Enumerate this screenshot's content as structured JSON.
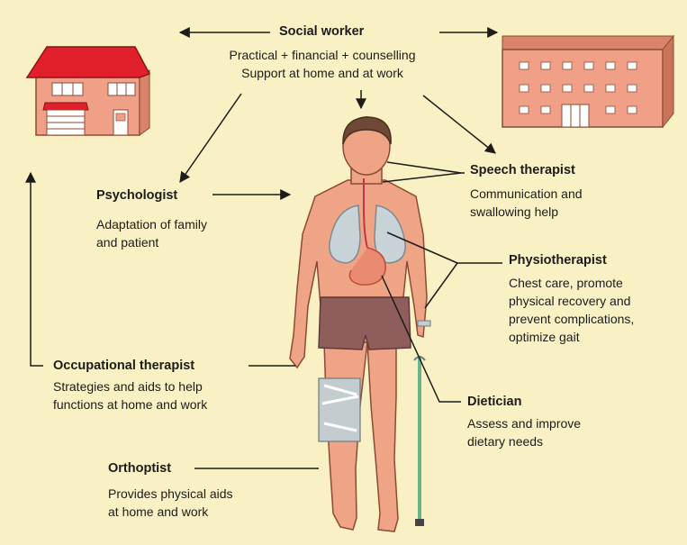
{
  "colors": {
    "background": "#f9f0c3",
    "skin": "#f0a486",
    "skin_outline": "#8c4a36",
    "lungs": "#c7d3d6",
    "shorts": "#8e5d5c",
    "house_wall": "#f0a087",
    "roof": "#e2202c",
    "line": "#1c1c1c"
  },
  "icons": [
    "house-icon",
    "workplace-building-icon",
    "human-body-figure",
    "walking-cane-icon"
  ],
  "social_worker": {
    "title": "Social worker",
    "line1": "Practical + financial + counselling",
    "line2": "Support at home and at work"
  },
  "speech_therapist": {
    "title": "Speech therapist",
    "line1": "Communication and",
    "line2": "swallowing help"
  },
  "psychologist": {
    "title": "Psychologist",
    "line1": "Adaptation of family",
    "line2": "and patient"
  },
  "physiotherapist": {
    "title": "Physiotherapist",
    "line1": "Chest care, promote",
    "line2": "physical recovery and",
    "line3": "prevent complications,",
    "line4": "optimize gait"
  },
  "occupational_therapist": {
    "title": "Occupational therapist",
    "line1": "Strategies and aids to help",
    "line2": "functions at home and work"
  },
  "dietician": {
    "title": "Dietician",
    "line1": "Assess and improve",
    "line2": "dietary needs"
  },
  "orthoptist": {
    "title": "Orthoptist",
    "line1": "Provides physical aids",
    "line2": "at home and work"
  }
}
